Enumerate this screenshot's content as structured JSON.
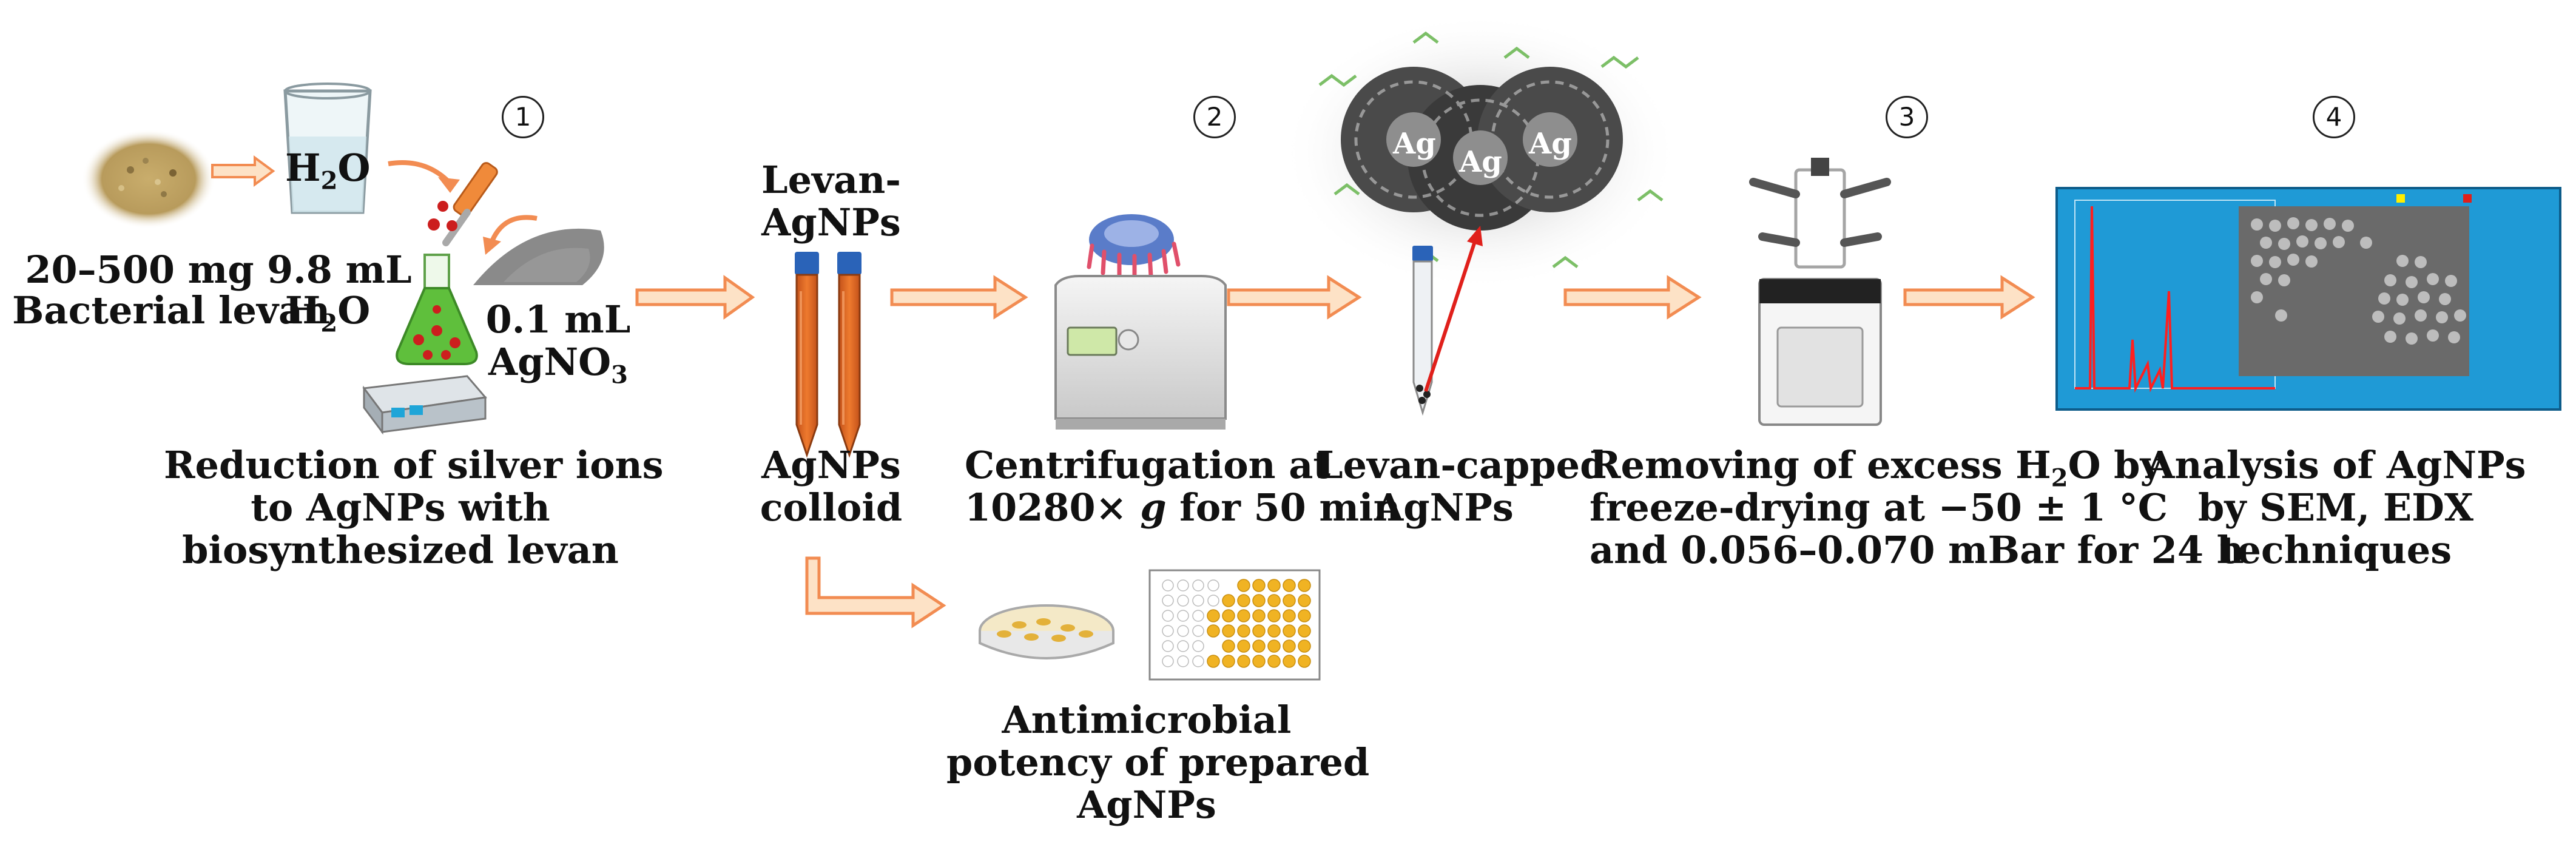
{
  "steps": [
    "1",
    "2",
    "3",
    "4"
  ],
  "reagents": {
    "levan_amount": "20–500 mg",
    "levan_name": "Bacterial levan",
    "water_volume": "9.8 mL",
    "water_formula": "H2O",
    "water_formula_h": "H",
    "water_formula_sub": "2",
    "water_formula_o": "O",
    "silver_volume": "0.1 mL",
    "silver_formula_main": "AgNO",
    "silver_formula_sub": "3"
  },
  "captions": {
    "reduction_line1": "Reduction of silver ions",
    "reduction_line2": "to AgNPs with",
    "reduction_line3": "biosynthesized levan",
    "tube_label_line1": "Levan-",
    "tube_label_line2": "AgNPs",
    "colloid_line1": "AgNPs",
    "colloid_line2": "colloid",
    "centrifugation_line1": "Centrifugation at",
    "centrifugation_line2_pre": "10280× ",
    "centrifugation_line2_g": "g",
    "centrifugation_line2_post": " for 50 min",
    "capped_line1": "Levan-capped",
    "capped_line2": "AgNPs",
    "freeze_line1_pre": "Removing of excess H",
    "freeze_line1_sub": "2",
    "freeze_line1_post": "O by",
    "freeze_line2": "freeze-drying at −50 ± 1 °C",
    "freeze_line3": "and 0.056–0.070 mBar for 24 h",
    "analysis_line1": "Analysis of AgNPs",
    "analysis_line2": "by SEM, EDX",
    "analysis_line3": "techniques",
    "antimicrobial_line1": "Antimicrobial",
    "antimicrobial_line2": "potency of prepared",
    "antimicrobial_line3": "AgNPs"
  },
  "nanoparticle_labels": [
    "Ag",
    "Ag",
    "Ag"
  ],
  "colors": {
    "arrow_fill": "#fde2c6",
    "arrow_stroke": "#f28c52",
    "levan_powder": "#b89b5c",
    "silver_powder": "#7d7d7d",
    "tube_liquid": "#d8611e",
    "screen_blue": "#1f9ad6",
    "well_yellow": "#f0b323",
    "red_marker": "#e0201b"
  }
}
